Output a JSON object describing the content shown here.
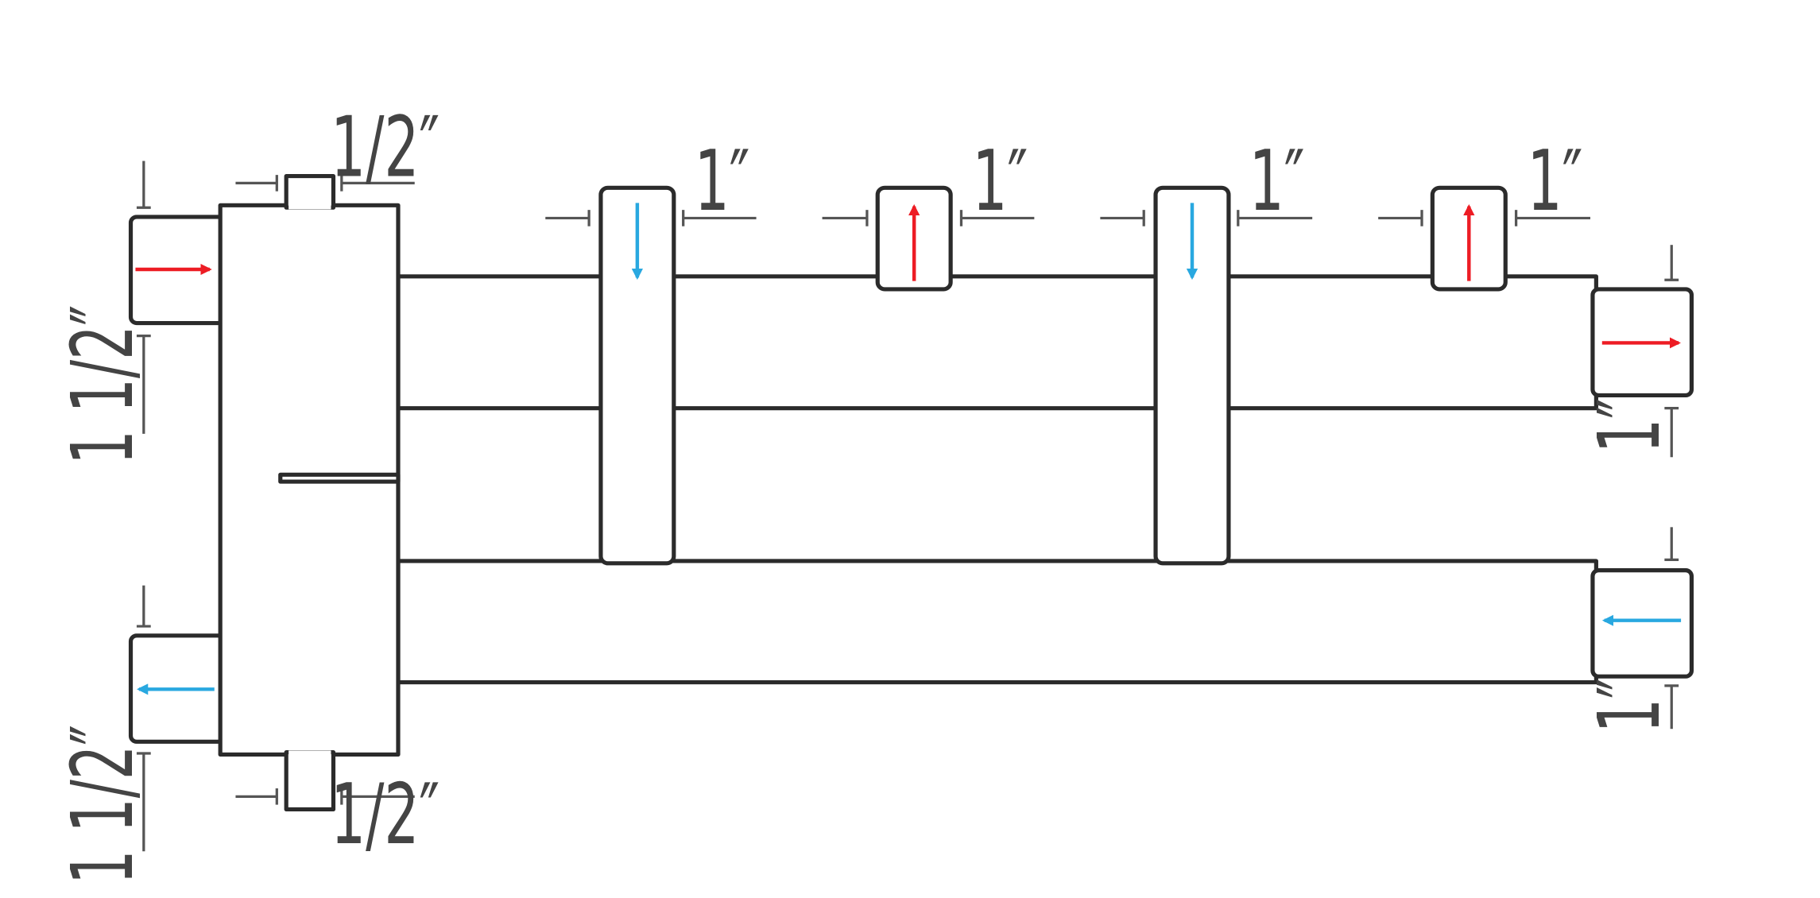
{
  "colors": {
    "line": "#2b2b2b",
    "dimension": "#555555",
    "label": "#444444",
    "supply_hot": "#ed1c24",
    "return_cold": "#29a8e0"
  },
  "labels": {
    "left_top_port": "1 1/2″",
    "left_bottom_port": "1 1/2″",
    "top_vent": "1/2″",
    "bottom_drain": "1/2″",
    "branch_1": "1″",
    "branch_2": "1″",
    "branch_3": "1″",
    "branch_4": "1″",
    "right_top_port": "1″",
    "right_bottom_port": "1″"
  },
  "flow_arrows": [
    {
      "id": "left-inlet",
      "direction": "right",
      "color": "red"
    },
    {
      "id": "left-outlet",
      "direction": "left",
      "color": "blue"
    },
    {
      "id": "branch-1",
      "direction": "down",
      "color": "blue"
    },
    {
      "id": "branch-2",
      "direction": "up",
      "color": "red"
    },
    {
      "id": "branch-3",
      "direction": "down",
      "color": "blue"
    },
    {
      "id": "branch-4",
      "direction": "up",
      "color": "red"
    },
    {
      "id": "right-supply",
      "direction": "right",
      "color": "red"
    },
    {
      "id": "right-return",
      "direction": "left",
      "color": "blue"
    }
  ]
}
